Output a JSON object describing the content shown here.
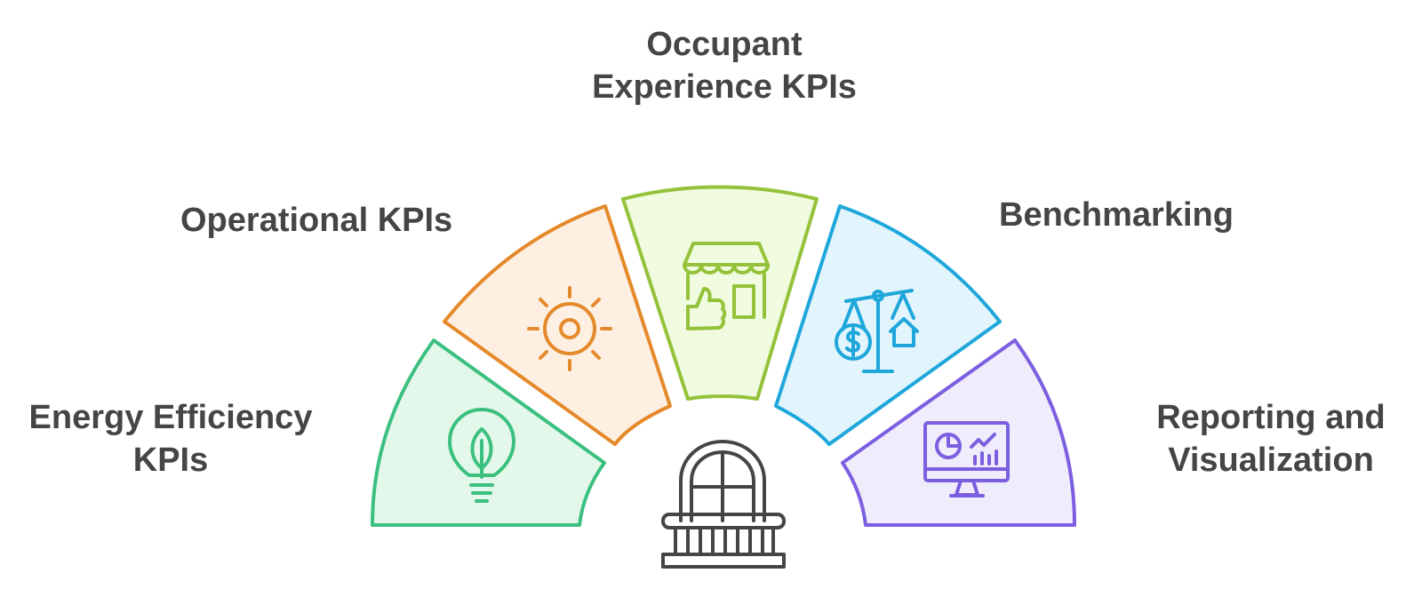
{
  "segments": [
    {
      "label_lines": [
        "Energy Efficiency",
        "KPIs"
      ],
      "icon": "lightbulb-leaf-icon",
      "stroke": "#3cc07f",
      "fill": "#e3f8ea"
    },
    {
      "label_lines": [
        "Operational KPIs"
      ],
      "icon": "sun-gear-icon",
      "stroke": "#e58a2c",
      "fill": "#fdf0e3"
    },
    {
      "label_lines": [
        "Occupant",
        "Experience KPIs"
      ],
      "icon": "storefront-thumbs-up-icon",
      "stroke": "#94c23a",
      "fill": "#f1fbdf"
    },
    {
      "label_lines": [
        "Benchmarking"
      ],
      "icon": "scale-dollar-house-icon",
      "stroke": "#1fa7db",
      "fill": "#e3f5fc"
    },
    {
      "label_lines": [
        "Reporting and",
        "Visualization"
      ],
      "icon": "monitor-chart-icon",
      "stroke": "#7c5fe0",
      "fill": "#efecfc"
    }
  ],
  "center_icon": "balcony-window-icon",
  "text_color": "#454545"
}
